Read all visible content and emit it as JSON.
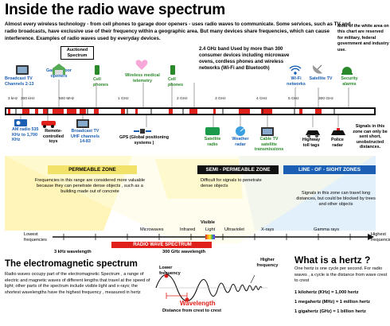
{
  "title": "Inside the radio wave spectrum",
  "intro": "Almost every wireless technology - from cell phones to garage door openers - uses radio waves to communicate. Some services, such as TV and radio broadcasts, have exclusive use of their frequency within a geographic area. But many devices share frequencies, which can cause interference. Examples of radio waves used by everyday devices.",
  "side_note": "Most of the white area on this chart are reserved for military, federal government and industry use.",
  "top_labels": {
    "broadcast_tv": "Broadcast TV Channels 2-13",
    "garage": "Garage door openers",
    "auctioned": "Auctioned Spectrum",
    "cell1": "Cell phones",
    "wireless_telemetry": "Wireless medical telemetry",
    "cell2": "Cell phones",
    "band24": "2.4 GHz band Used by more than 300 consumer devices including microwave ovens, cordless phones and wireless networks (Wi-Fi and Bluetooth)",
    "wifi": "Wi-Fi networks",
    "sattv": "Satellite TV",
    "security": "Security alarms"
  },
  "freq_ticks": [
    "3 kHz",
    "300 kHz",
    "500 MHz",
    "1 GHz",
    "2 GHz",
    "3 GHz",
    "4 GHz",
    "5 GHz",
    "300 GHz"
  ],
  "bottom_labels": {
    "am": "AM radio 535 KHz to 1,700 KHz",
    "rc": "Remote-controlled toys",
    "uhf": "Broadcast TV UHF channels 14-83",
    "gps": "GPS (Global positioning systems )",
    "satradio": "Satellite radio",
    "weather": "Weather radar",
    "cabletv": "Cable TV satellite transmissions",
    "toll": "Highway toll tags",
    "police": "Police radar",
    "signals_right": "Signals in this zone can only be sent short, unobstructed distances."
  },
  "zones": {
    "permeable": "PERMEABLE ZONE",
    "permeable_text": "Frequencies in this range are considered more valuable because they can penetrate dense objects , such as a building made out of concrete",
    "semi": "SEMI - PERMEABLE ZONE",
    "semi_text": "Difficult for signals to penetrate dense objects",
    "los": "LINE - OF - SIGHT ZONES",
    "los_text": "Signals in this zone can travel long distances, but could be blocked by trees and other objects"
  },
  "spectrum": {
    "lowest": "Lowest frequencies",
    "highest": "Highest frequencies",
    "visible": "Visible",
    "bands": [
      "Microwaves",
      "Infrared",
      "Light",
      "Ultraviolet",
      "X-rays",
      "Gamma rays"
    ],
    "radio": "RADIO WAVE SPECTRUM",
    "wl_left": "3 kHz wavelength",
    "wl_right": "300 GHz wavelength"
  },
  "em": {
    "title": "The electromagnetic spectrum",
    "text": "Radio waves occupy part of the electromagnetic Spectrum , a range of electric and magnetic waves of different lengths that travel at the speed of light; other parts of the spectrum include visible light and x-rays; the shortest wavelengths have the highest frequency , measured in hertz"
  },
  "wave": {
    "lower": "Lower frequency",
    "higher": "Higher frequency",
    "wavelength": "Wavelength",
    "distance": "Distance from crest to crest"
  },
  "hertz": {
    "title": "What is a hertz ?",
    "text": "One hertz is one cycle per second. For radio waves , a cycle is the distance from wave crest to crest",
    "items": [
      "1 kilohertz (KHz) = 1,000 hertz",
      "1 megahertz (MHz) = 1 million hertz",
      "1 gigahertz (GHz) = 1 billion hertz"
    ]
  },
  "colors": {
    "band_red": "#e0201b",
    "zone_yellow": "#fff5b8",
    "zone_bar": "#f2e26a",
    "zone_blue": "#cfe4f5",
    "dark": "#111111"
  }
}
